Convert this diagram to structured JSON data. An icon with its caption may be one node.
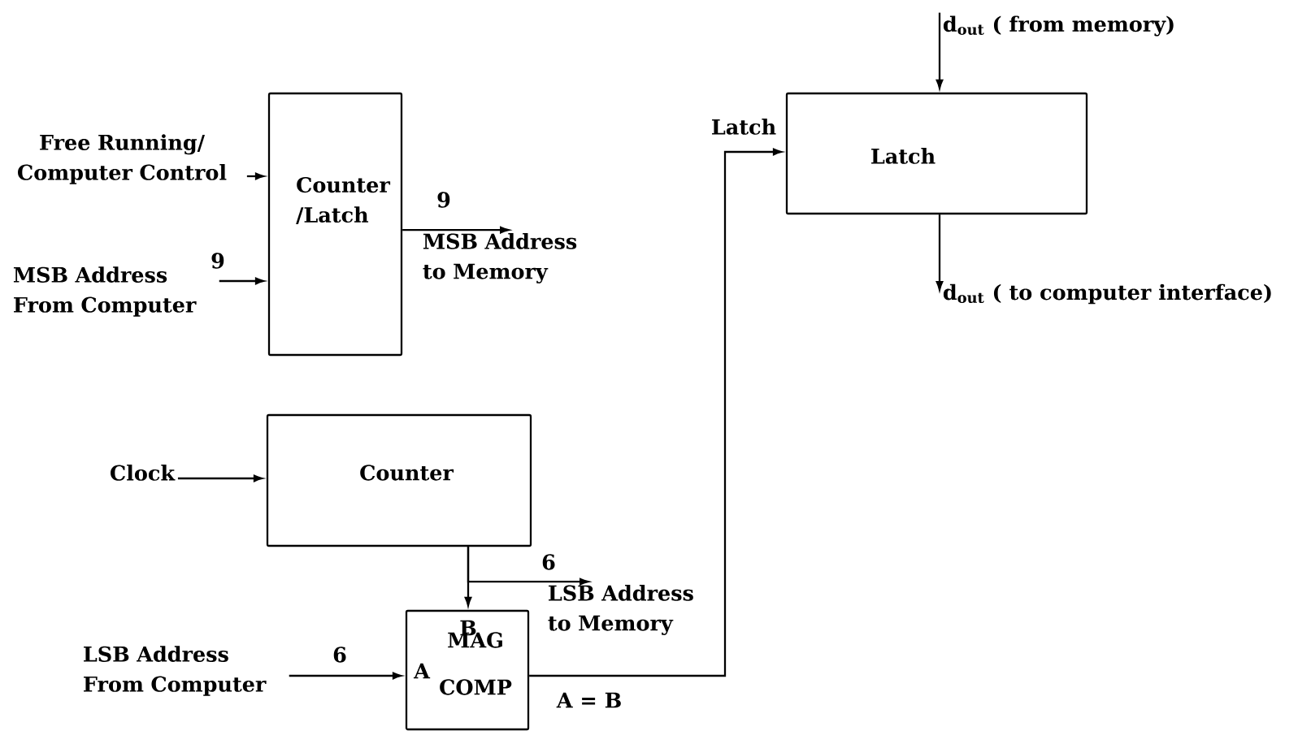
{
  "diagram": {
    "nodes": [
      {
        "text": [
          "Free Running/ Computer Control"
        ]
      },
      {
        "text": [
          "Counter /Latch"
        ]
      },
      {
        "text": [
          "MSB Address From Computer"
        ]
      },
      {
        "text": [
          "MSB Address to Memory"
        ]
      },
      {
        "text": [
          "Counter"
        ]
      },
      {
        "text": [
          "Clock"
        ]
      },
      {
        "text": [
          "B",
          "A",
          "MAG COMP"
        ],
        "beside": [
          "A = B"
        ]
      },
      {
        "text": [
          "LSB Address From Computer"
        ]
      },
      {
        "text": [
          "LSB Address to Memory"
        ]
      },
      {
        "text": [
          "Latch"
        ]
      },
      {
        "text": [
          "d$_{out}$ ( from memory)"
        ]
      },
      {
        "text": [
          "d$_{out}$ ( to computer interface)"
        ]
      }
    ],
    "edges": [
      {
        "from": 0,
        "to": 1,
        "arrow": "to"
      },
      {
        "from": 2,
        "to": 1,
        "arrow": "to",
        "label": "9"
      },
      {
        "from": 1,
        "to": 3,
        "arrow": "to",
        "label": "9"
      },
      {
        "from": 5,
        "to": 4,
        "arrow": "to"
      },
      {
        "from": 4,
        "to": 6,
        "arrow": "to"
      },
      {
        "from": 4,
        "to": 8,
        "arrow": "to",
        "label": "6"
      },
      {
        "from": 7,
        "to": 6,
        "arrow": "to",
        "label": "6"
      },
      {
        "from": 6,
        "to": 9,
        "arrow": "to",
        "label": "Latch"
      },
      {
        "from": 10,
        "to": 9,
        "arrow": "to"
      },
      {
        "from": 9,
        "to": 11,
        "arrow": "to"
      }
    ]
  }
}
